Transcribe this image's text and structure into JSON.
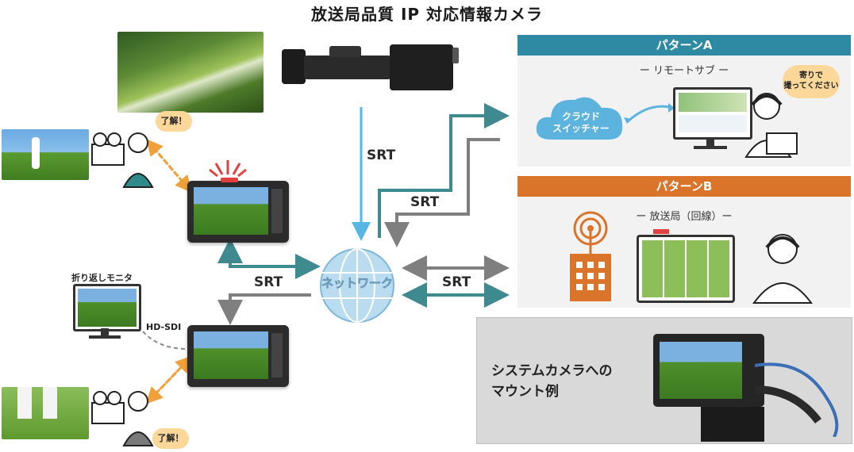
{
  "title": "放送局品質 IP 対応情報カメラ",
  "srt_label": "SRT",
  "network_label": "ネットワーク",
  "folding_monitor_label": "折り返しモニタ",
  "hdsdi_label": "HD-SDI",
  "ack_label": "了解！",
  "pattern_a": {
    "header": "パターンA",
    "subtitle": "ー リモートサブ ー",
    "cloud_label": "クラウド\nスイッチャー",
    "speech": "寄りで\n撮ってください"
  },
  "pattern_b": {
    "header": "パターンB",
    "subtitle": "ー 放送局（回線）ー"
  },
  "mount_label": "システムカメラへの\nマウント例",
  "colors": {
    "pattern_a_header": "#2e8aa3",
    "pattern_b_header": "#d9742a",
    "teal_arrow": "#3e8a8f",
    "gray_arrow": "#7f7f7f",
    "blue_arrow": "#57b6e3",
    "orange_dash": "#f0a038",
    "tally_red": "#e04040"
  }
}
